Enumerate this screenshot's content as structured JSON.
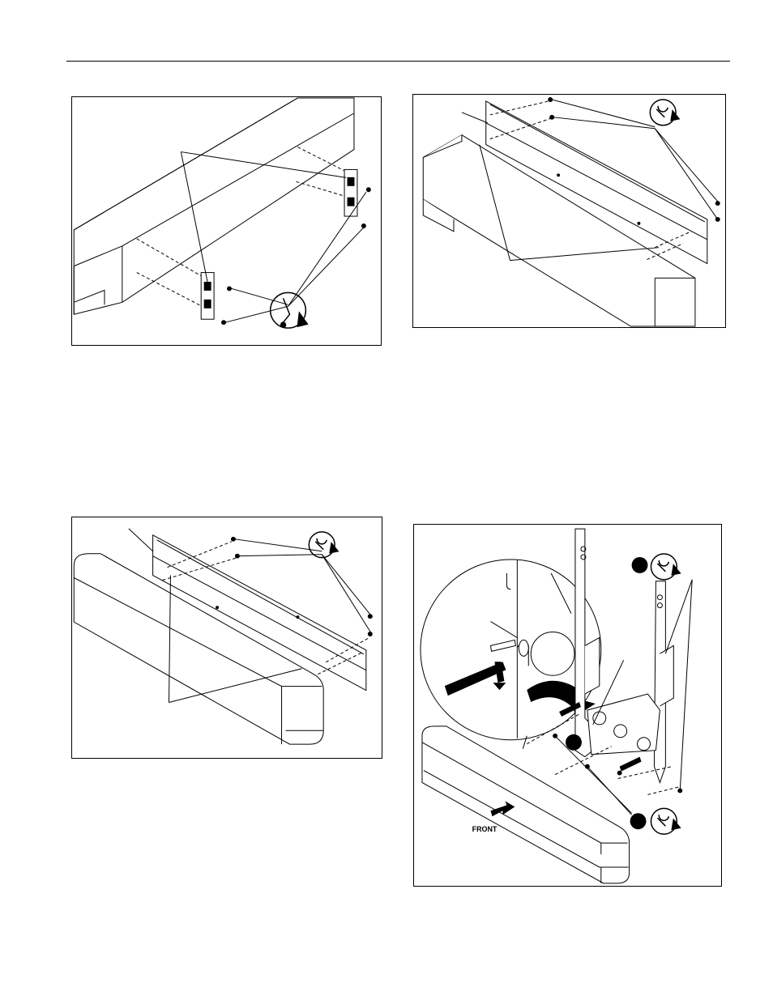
{
  "figures": [
    {
      "id": "fig1",
      "description_labels": []
    },
    {
      "id": "fig2",
      "description_labels": []
    },
    {
      "id": "fig3",
      "description_labels": []
    },
    {
      "id": "fig4",
      "description_labels": [
        "FRONT"
      ]
    }
  ],
  "fig4": {
    "front_label": "FRONT"
  }
}
